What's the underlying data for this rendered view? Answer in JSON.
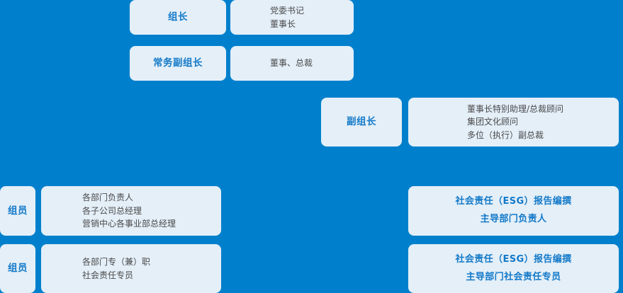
{
  "theme": {
    "background": "#0080CC",
    "card_fill": "#E4EFF8",
    "accent_text": "#1379C8",
    "body_text": "#4A4A4A"
  },
  "chart": {
    "rows": [
      {
        "id": "leader",
        "role": "组长",
        "details": [
          "党委书记",
          "董事长"
        ]
      },
      {
        "id": "exec_deputy",
        "role": "常务副组长",
        "details": [
          "董事、总裁"
        ]
      },
      {
        "id": "deputy",
        "role": "副组长",
        "details": [
          "董事长特别助理/总裁顾问",
          "集团文化顾问",
          "多位（执行）副总裁"
        ]
      },
      {
        "id": "member_1",
        "role": "组员",
        "details": [
          "各部门负责人",
          "各子公司总经理",
          "营销中心各事业部总经理"
        ],
        "esg": [
          "社会责任（ESG）报告编撰",
          "主导部门负责人"
        ]
      },
      {
        "id": "member_2",
        "role": "组员",
        "details": [
          "各部门专（兼）职",
          "社会责任专员"
        ],
        "esg": [
          "社会责任（ESG）报告编撰",
          "主导部门社会责任专员"
        ]
      }
    ]
  }
}
